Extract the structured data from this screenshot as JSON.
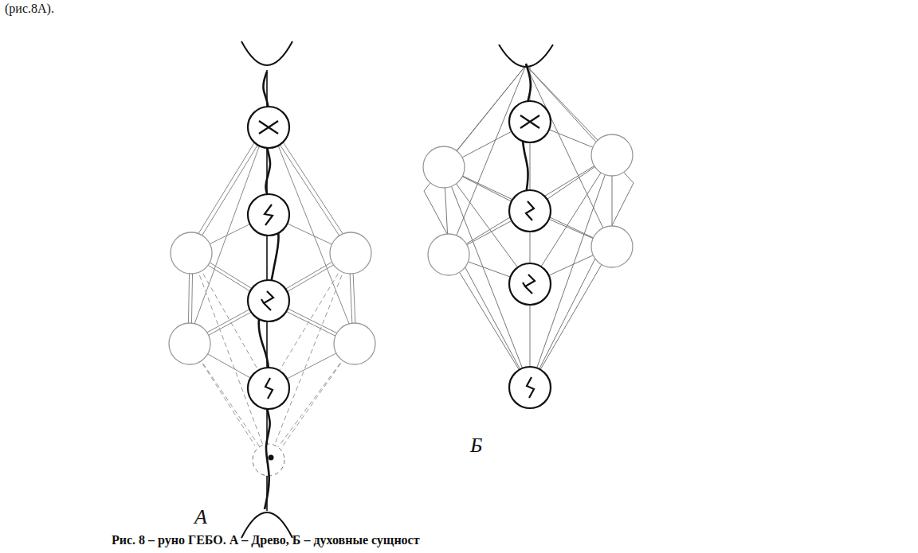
{
  "diagram": {
    "caption": "Рис. 8 – руно ГЕБО. А – Древо, Б – духовные сущност",
    "labels": [
      "(рис.8А).",
      "А",
      "Б"
    ]
  }
}
